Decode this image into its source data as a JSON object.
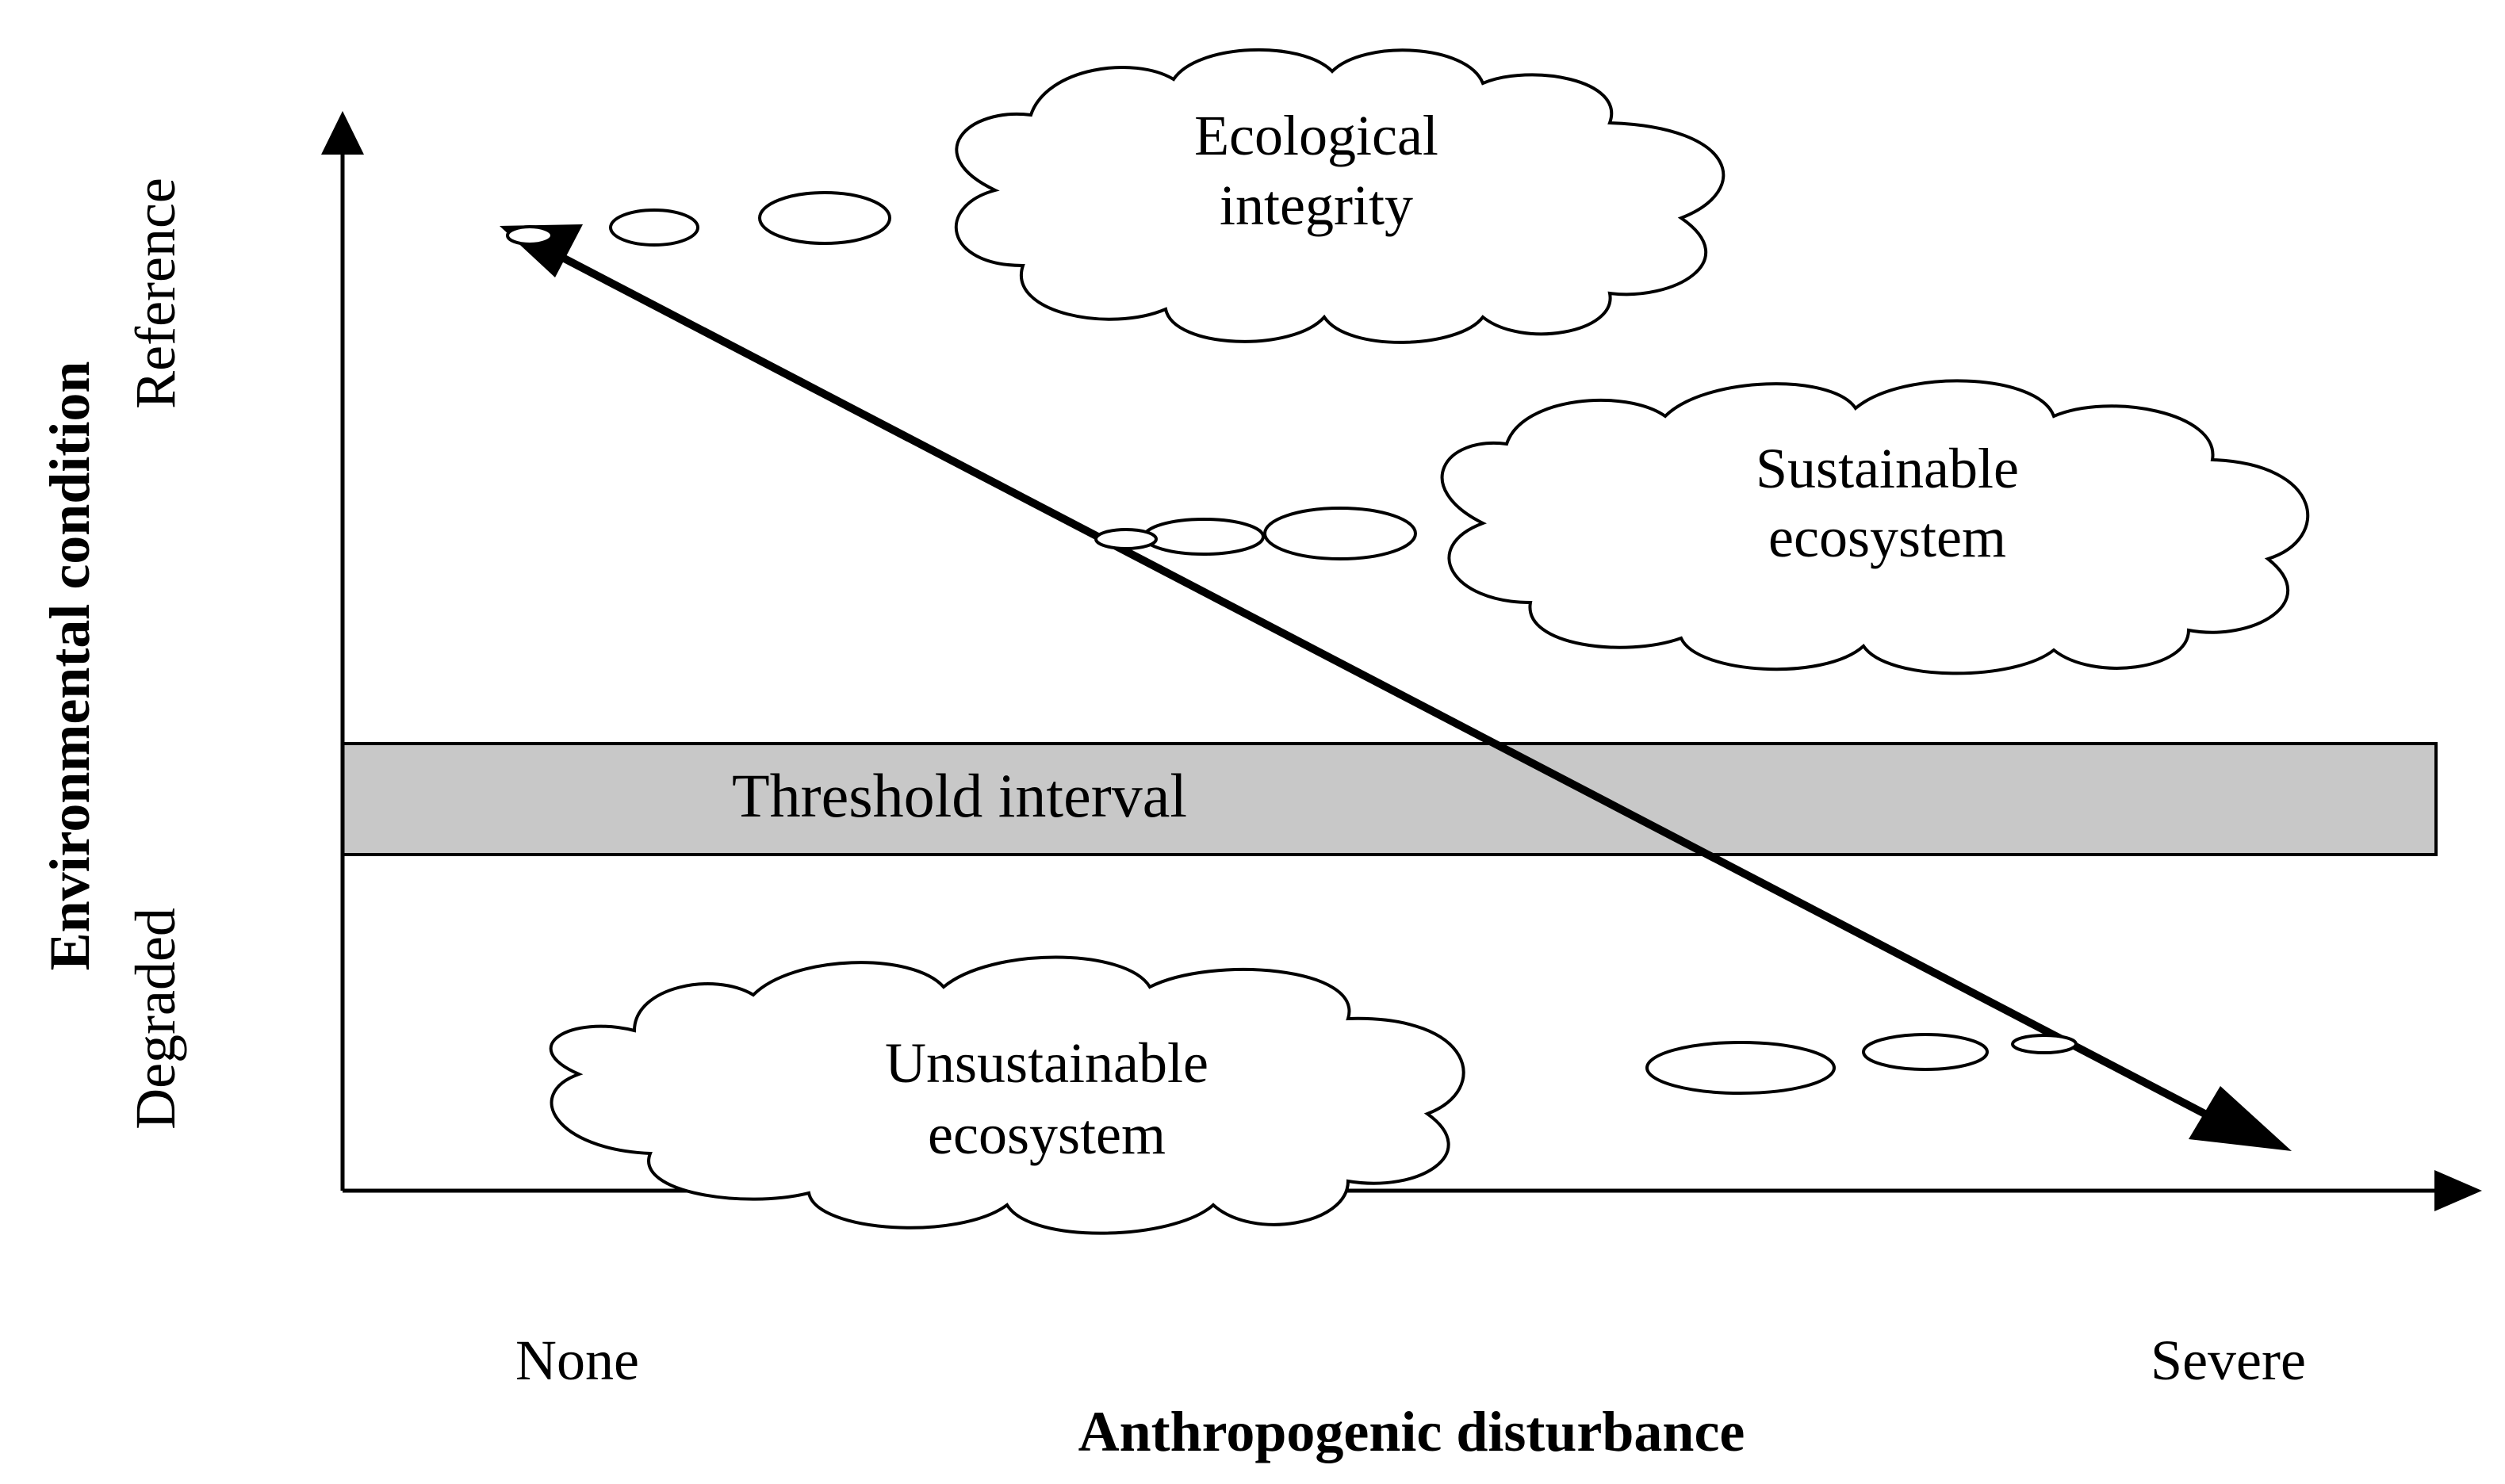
{
  "axes": {
    "x_title": "Anthropogenic disturbance",
    "x_low": "None",
    "x_high": "Severe",
    "y_title": "Environmental condition",
    "y_high": "Reference",
    "y_low": "Degraded"
  },
  "band": {
    "label": "Threshold interval",
    "fill": "#c8c8c8"
  },
  "clouds": {
    "ecological_integrity": [
      "Ecological",
      "integrity"
    ],
    "sustainable_ecosystem": [
      "Sustainable",
      "ecosystem"
    ],
    "unsustainable_ecosystem": [
      "Unsustainable",
      "ecosystem"
    ]
  }
}
